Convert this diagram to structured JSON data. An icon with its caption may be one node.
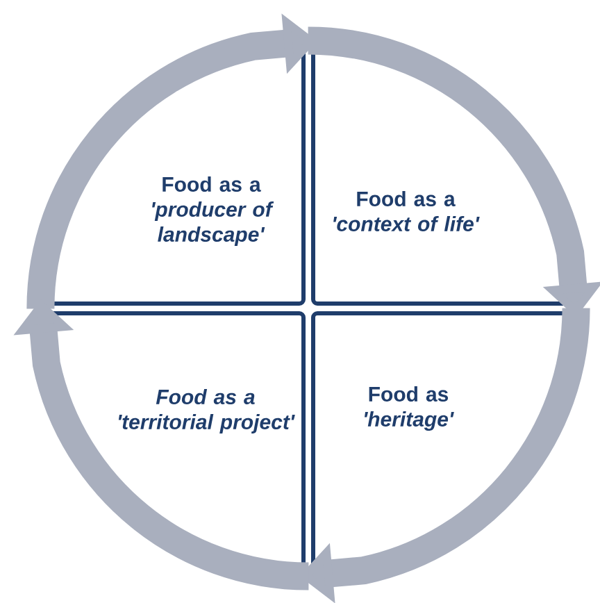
{
  "diagram": {
    "nodes": [
      {
        "text": [
          "Food as a *'producer of landscape'*"
        ]
      },
      {
        "text": [
          "Food as a *'context of life'*"
        ]
      },
      {
        "text": [
          "Food as *'heritage'*"
        ]
      },
      {
        "text": [
          "Food as a 'territorial project'"
        ]
      }
    ],
    "edges": [
      {
        "from": 0,
        "to": 1,
        "arrow": "to"
      },
      {
        "from": 1,
        "to": 2,
        "arrow": "to"
      },
      {
        "from": 2,
        "to": 3,
        "arrow": "to"
      },
      {
        "from": 3,
        "to": 0,
        "arrow": "to"
      }
    ]
  }
}
